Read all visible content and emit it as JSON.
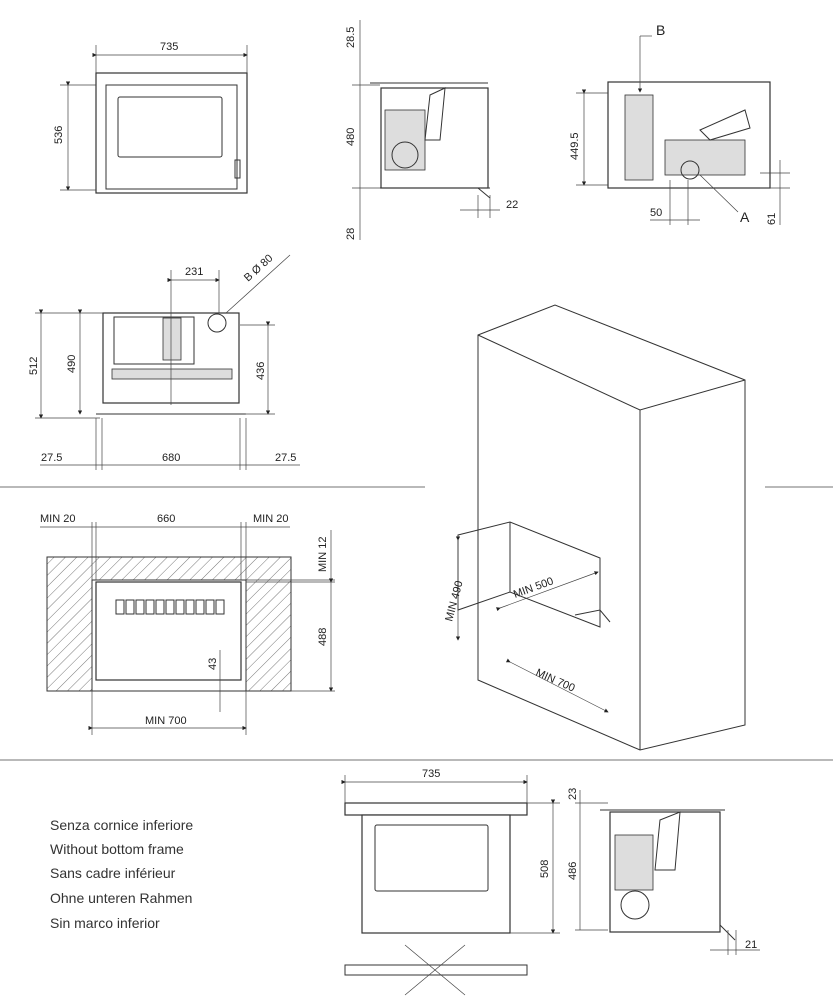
{
  "views": {
    "front": {
      "width": "735",
      "height": "536"
    },
    "side": {
      "top": "28.5",
      "body": "480",
      "bottom": "28",
      "offset": "22"
    },
    "side_right": {
      "label_b": "B",
      "label_a": "A",
      "height": "449.5",
      "offset": "50",
      "bottom": "61"
    },
    "top": {
      "flue_offset": "231",
      "flue_label": "B  Ø 80",
      "height_total": "512",
      "height_body": "490",
      "height_flue": "436",
      "left": "27.5",
      "width": "680",
      "right": "27.5"
    },
    "niche": {
      "min_left": "MIN  20",
      "width": "660",
      "min_right": "MIN  20",
      "min_top": "MIN  12",
      "height": "488",
      "bottom_gap": "43",
      "min_width": "MIN  700"
    },
    "iso": {
      "min_height": "MIN  490",
      "min_depth": "MIN  500",
      "min_width": "MIN  700"
    },
    "bottom_front": {
      "width": "735",
      "height": "508"
    },
    "bottom_side": {
      "top": "23",
      "height": "486",
      "offset": "21"
    }
  },
  "legend": [
    "Senza cornice inferiore",
    "Without bottom frame",
    "Sans cadre inférieur",
    "Ohne unteren Rahmen",
    "Sin marco inferior"
  ]
}
